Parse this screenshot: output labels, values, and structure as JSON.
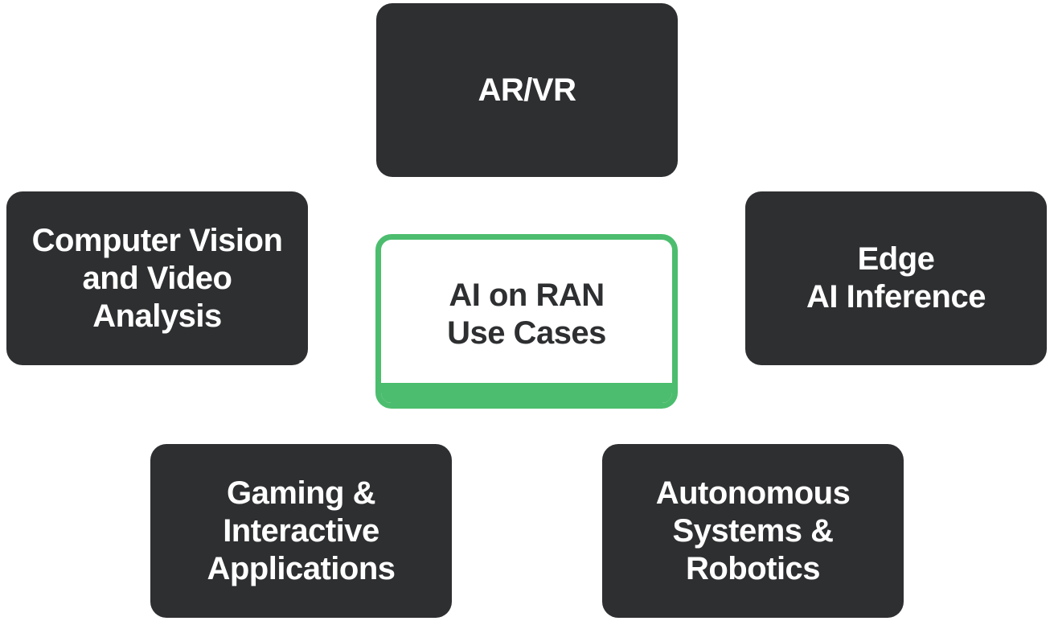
{
  "center": {
    "label": "AI on RAN\n Use Cases",
    "accent_color": "#4cbd6e"
  },
  "nodes": {
    "top": "AR/VR",
    "left": "Computer Vision\nand Video\nAnalysis",
    "right": "Edge\nAI Inference",
    "bottom_left": "Gaming &\nInteractive\nApplications",
    "bottom_right": "Autonomous\nSystems &\nRobotics"
  },
  "colors": {
    "node_background": "#2e2f31",
    "node_text": "#ffffff",
    "center_text": "#2e2f31"
  }
}
